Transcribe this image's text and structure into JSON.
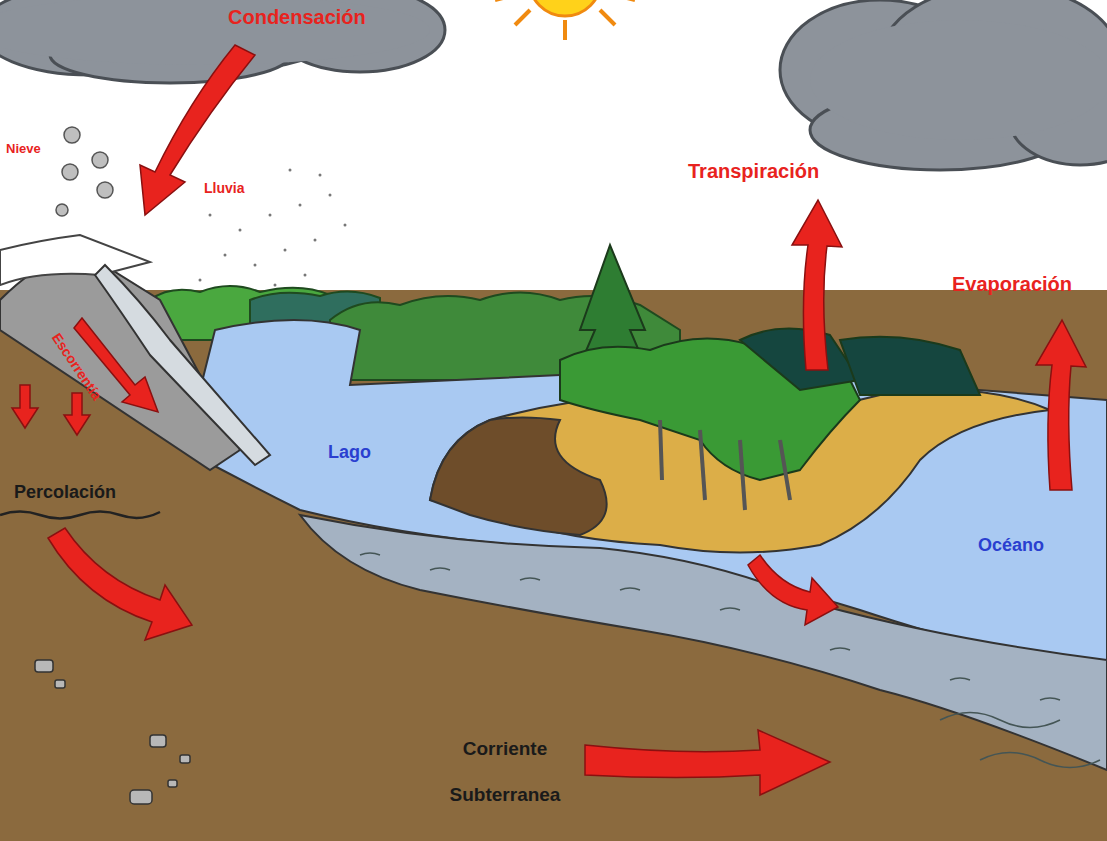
{
  "diagram": {
    "labels": [
      "Condensación",
      "Nieve",
      "Lluvia",
      "Escorrentía",
      "Transpiración",
      "Evaporación",
      "Lago",
      "Océano",
      "Percolación",
      "Corriente Subterranea"
    ]
  }
}
